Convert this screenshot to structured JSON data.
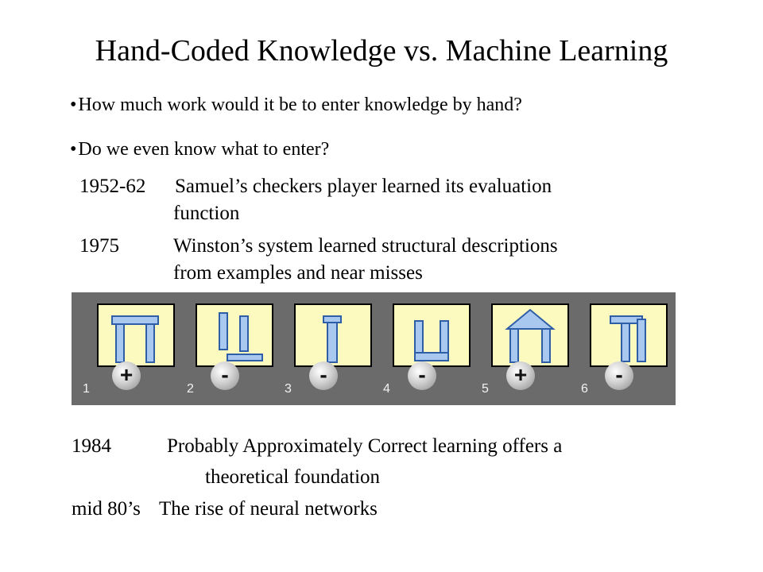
{
  "slide": {
    "title": "Hand-Coded Knowledge vs. Machine Learning",
    "bullets": [
      {
        "marker": "•",
        "text": "How much work would it be to enter knowledge by hand?"
      },
      {
        "marker": "•",
        "text": "Do we even know what to enter?"
      }
    ],
    "timeline_top": [
      {
        "year": "1952-62",
        "line1": "Samuel’s checkers player learned its evaluation",
        "line2": "function"
      },
      {
        "year": "1975",
        "line1": "Winston’s system learned structural descriptions",
        "line2": "from examples and near misses"
      }
    ],
    "figure": {
      "panels": [
        {
          "number": "1",
          "sign": "+",
          "shape": "arch"
        },
        {
          "number": "2",
          "sign": "-",
          "shape": "fallen-lintel"
        },
        {
          "number": "3",
          "sign": "-",
          "shape": "single-column"
        },
        {
          "number": "4",
          "sign": "-",
          "shape": "lintel-below"
        },
        {
          "number": "5",
          "sign": "+",
          "shape": "arch-with-triangle"
        },
        {
          "number": "6",
          "sign": "-",
          "shape": "touching-columns"
        }
      ],
      "colors": {
        "strip": "#6b6b6b",
        "panel": "#fdfac0",
        "block": "#a9c8f0",
        "block_edge": "#2f5ea8"
      }
    },
    "timeline_bottom": [
      {
        "year": "1984",
        "line1": "Probably Approximately Correct learning offers a",
        "line2": "theoretical foundation"
      },
      {
        "year": "mid 80’s",
        "line1": "The rise of neural networks"
      }
    ]
  }
}
